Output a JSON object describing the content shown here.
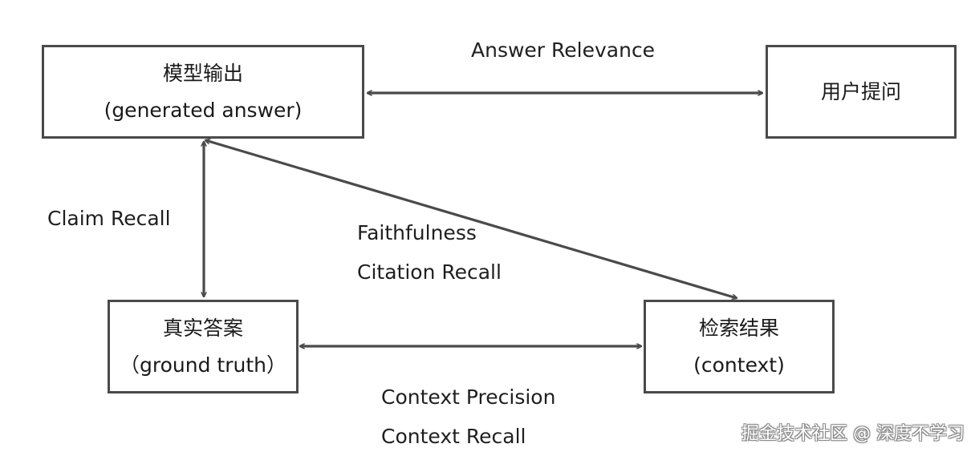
{
  "nodes": {
    "model_output": {
      "line1": "模型输出",
      "line2": "(generated answer)"
    },
    "user_query": {
      "line1": "用户提问"
    },
    "ground_truth": {
      "line1": "真实答案",
      "line2": "（ground truth）"
    },
    "retrieval": {
      "line1": "检索结果",
      "line2": "(context)"
    }
  },
  "edges": {
    "answer_relevance": "Answer Relevance",
    "claim_recall": "Claim Recall",
    "faithfulness": "Faithfulness",
    "citation_recall": "Citation Recall",
    "context_precision": "Context Precision",
    "context_recall": "Context Recall"
  },
  "watermark": "掘金技术社区 @ 深度不学习",
  "colors": {
    "stroke": "#4a4a4a",
    "text": "#1f1f1f"
  }
}
